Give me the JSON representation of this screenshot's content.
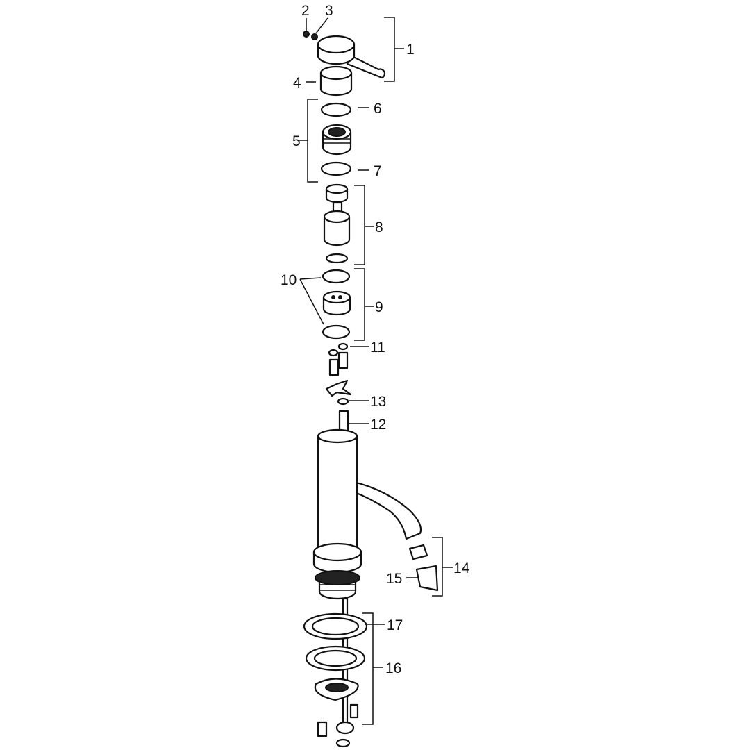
{
  "diagram": {
    "title": "Exploded parts view - basin mixer",
    "labels": [
      "1",
      "2",
      "3",
      "4",
      "5",
      "6",
      "7",
      "8",
      "9",
      "10",
      "11",
      "12",
      "13",
      "14",
      "15",
      "16",
      "17"
    ],
    "colors": {
      "line": "#111111",
      "background": "#ffffff"
    }
  }
}
